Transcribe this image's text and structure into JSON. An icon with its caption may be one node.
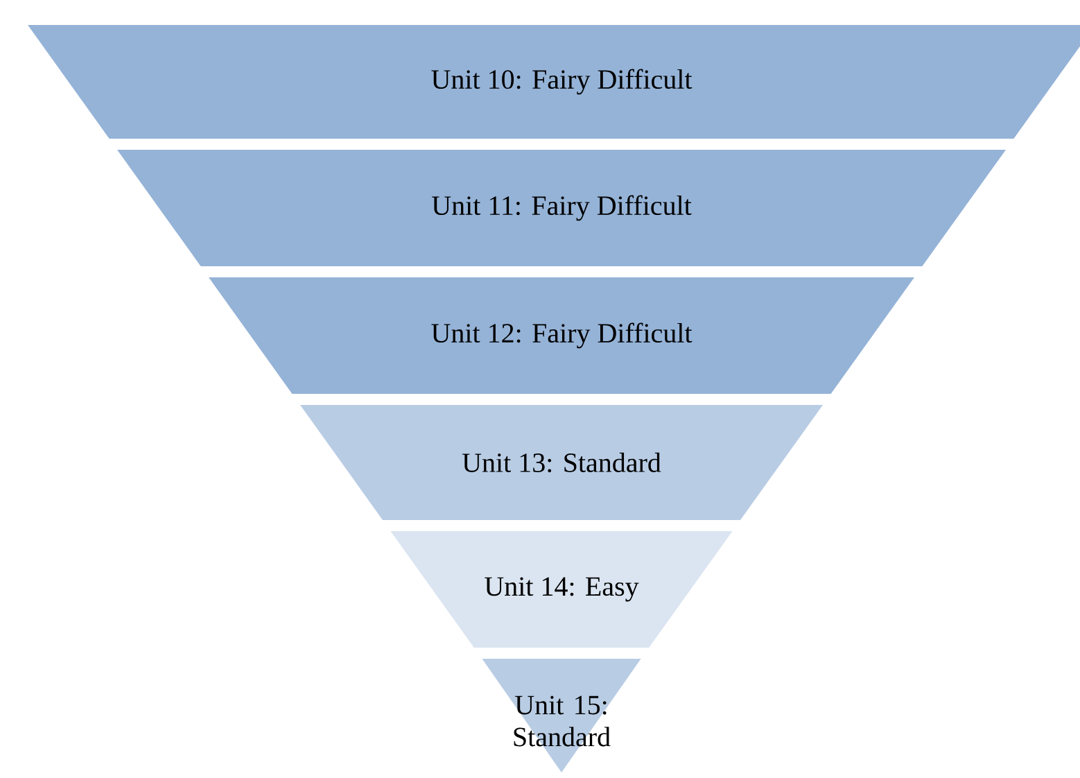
{
  "diagram": {
    "nodes": [
      {
        "text": [
          "Unit 10: Fairy Difficult"
        ]
      },
      {
        "text": [
          "Unit 11: Fairy Difficult"
        ]
      },
      {
        "text": [
          "Unit 12: Fairy Difficult"
        ]
      },
      {
        "text": [
          "Unit 13: Standard"
        ]
      },
      {
        "text": [
          "Unit 14: Easy"
        ]
      },
      {
        "text": [
          "Unit 15: Standard"
        ]
      }
    ]
  }
}
